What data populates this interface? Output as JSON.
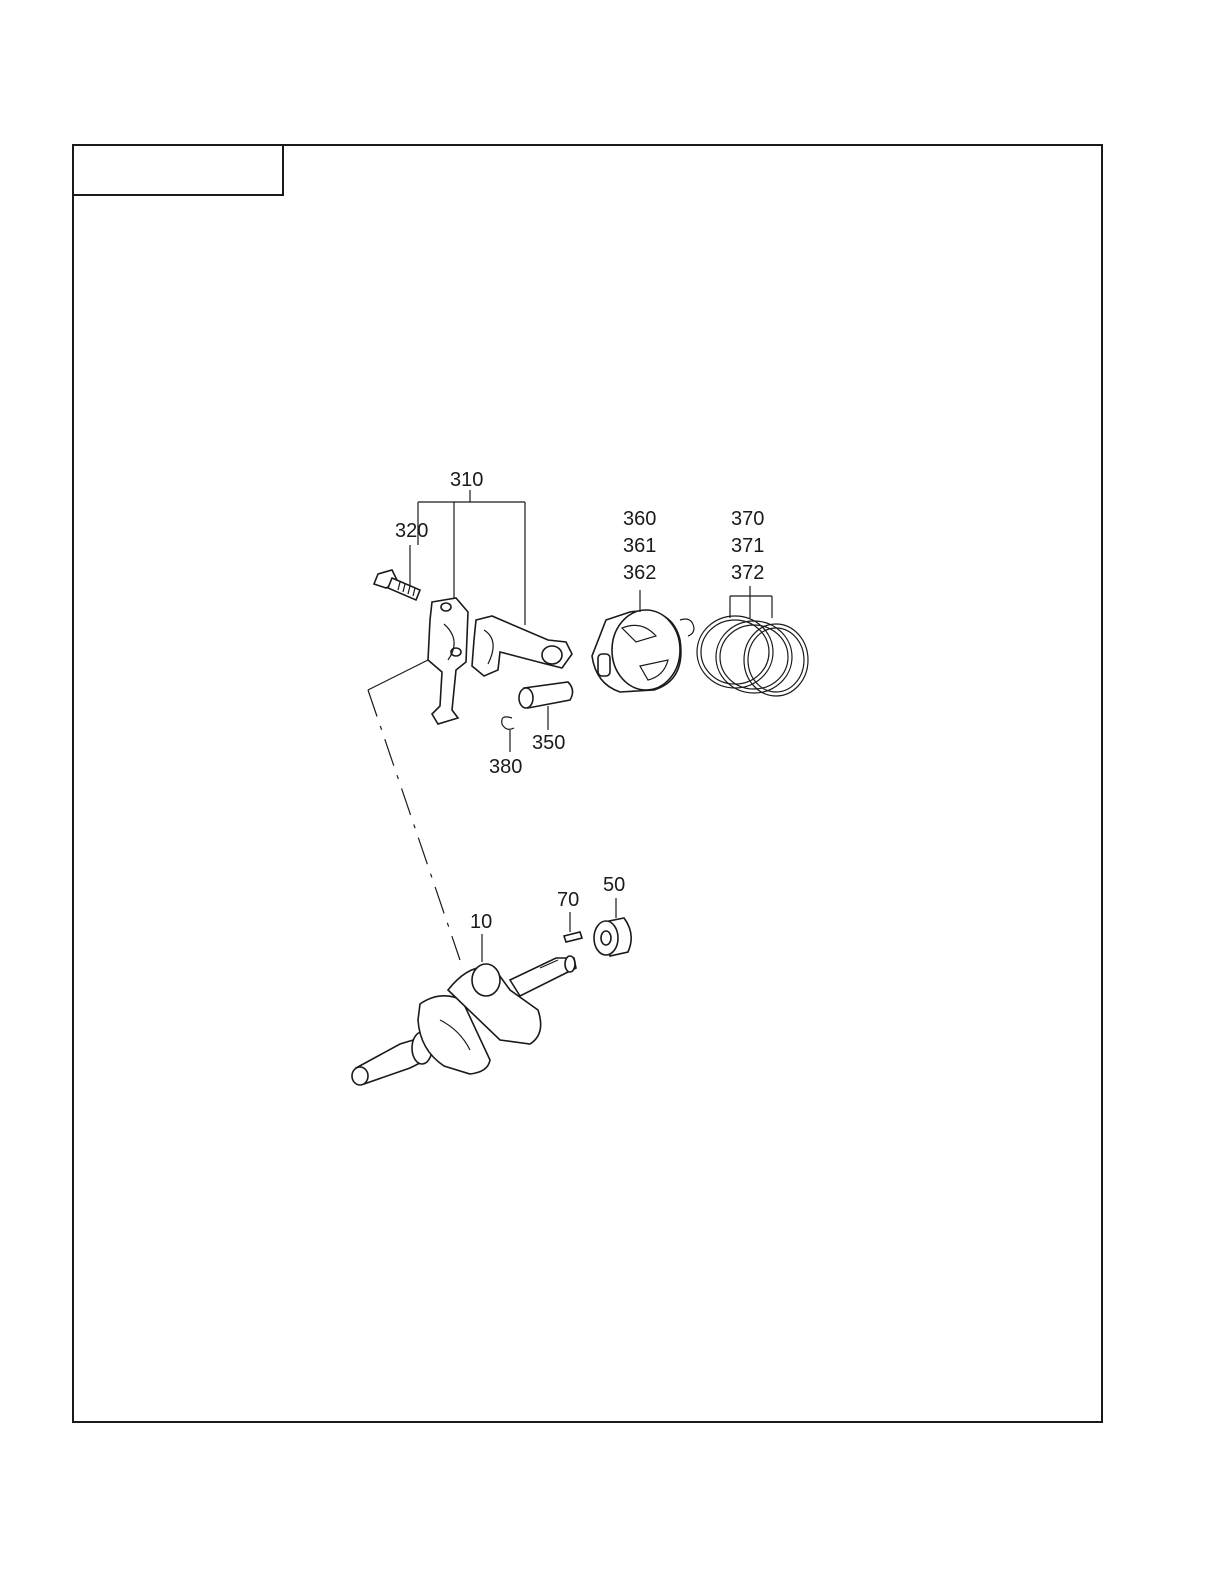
{
  "title_box": {
    "text": ""
  },
  "callouts": {
    "c310": "310",
    "c320": "320",
    "c360": "360",
    "c361": "361",
    "c362": "362",
    "c370": "370",
    "c371": "371",
    "c372": "372",
    "c350": "350",
    "c380": "380",
    "c10": "10",
    "c70": "70",
    "c50": "50"
  },
  "colors": {
    "line": "#1a1a1a",
    "background": "#ffffff"
  }
}
